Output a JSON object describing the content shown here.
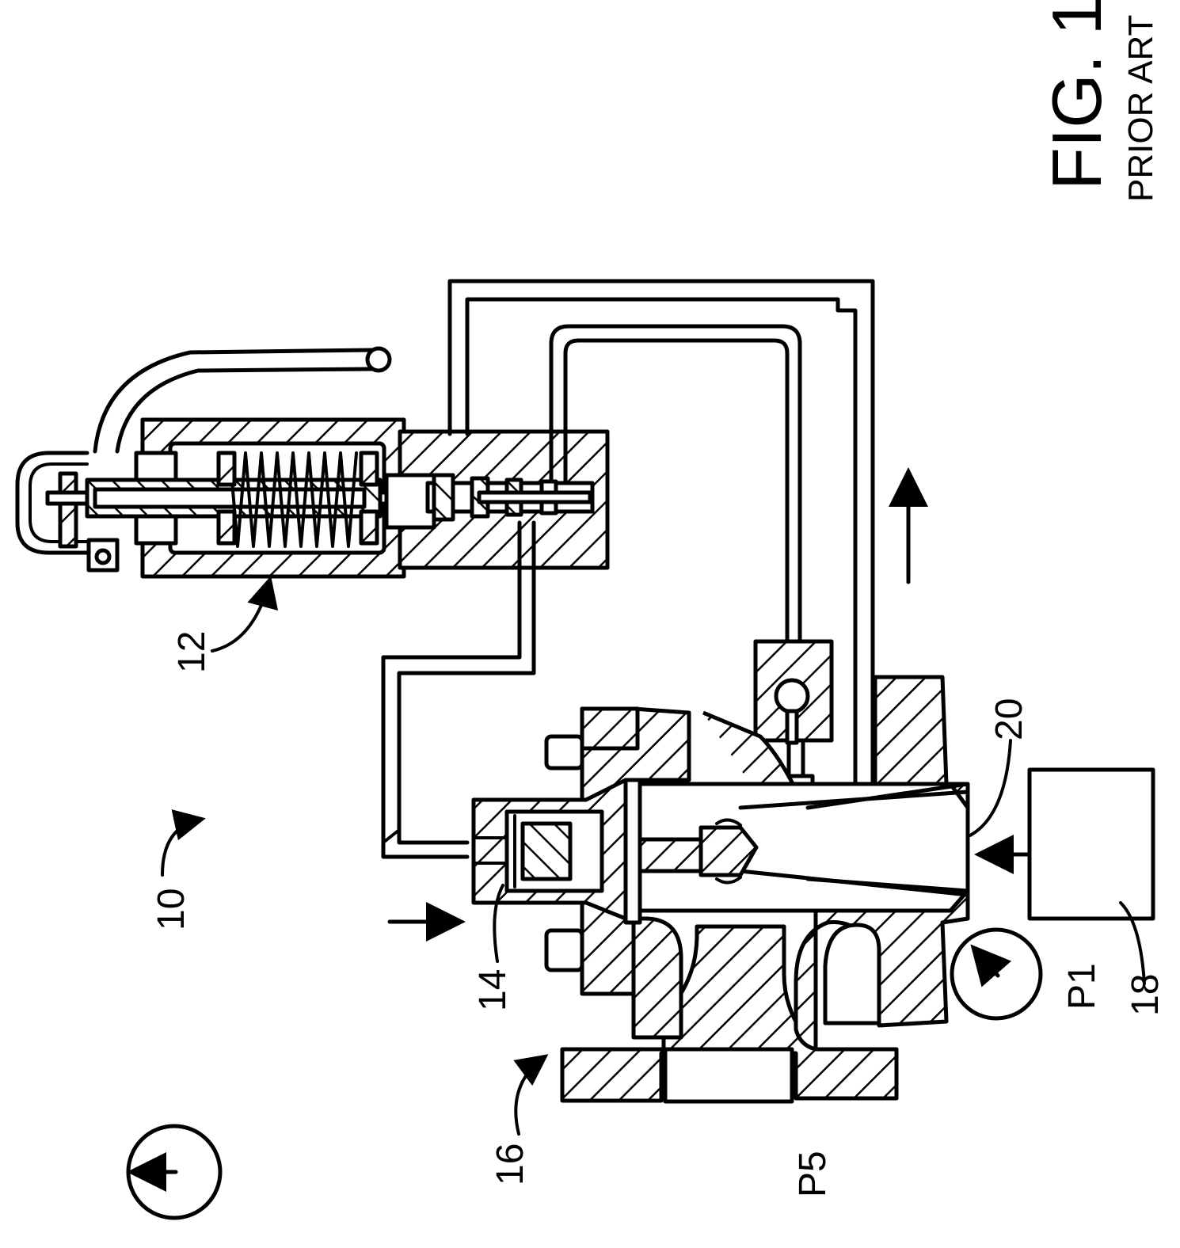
{
  "figure": {
    "title": "FIG. 1",
    "subtitle": "PRIOR ART"
  },
  "labels": {
    "system": "10",
    "pilot_valve": "12",
    "actuator": "14",
    "main_valve": "16",
    "pressure_source": "18",
    "nozzle": "20",
    "gauge_inlet": "P1",
    "gauge_outlet": "P5"
  }
}
